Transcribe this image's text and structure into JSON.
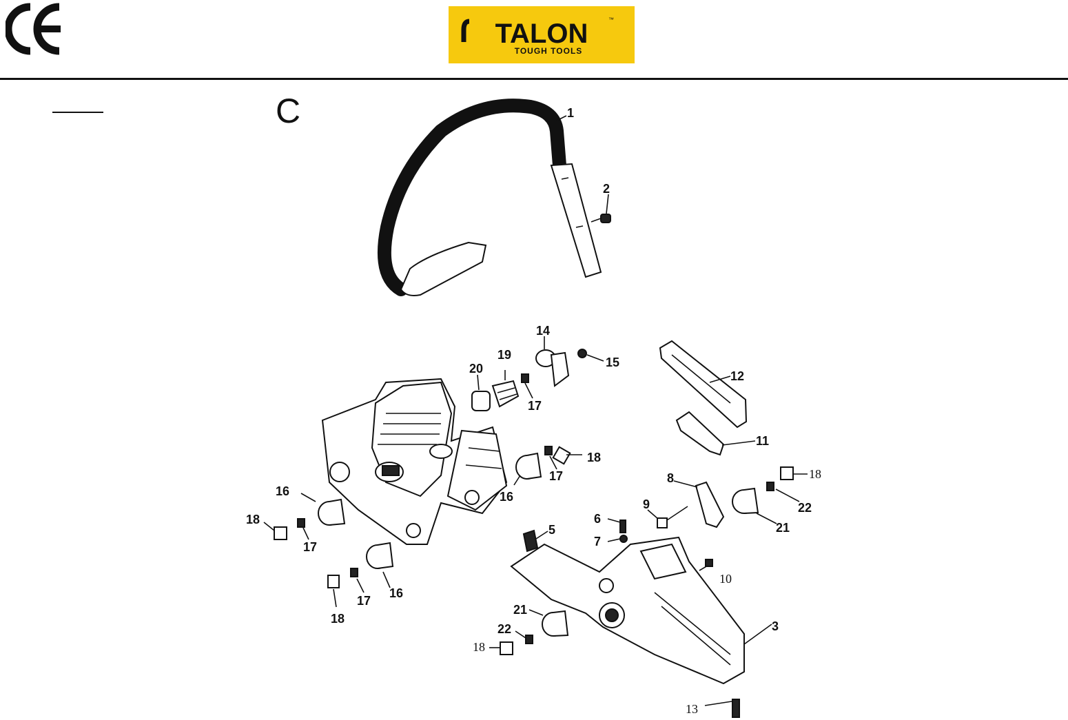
{
  "header": {
    "section_letter": "C",
    "brand": {
      "name": "TALON",
      "trademark": "™",
      "tagline": "TOUGH TOOLS",
      "background": "#f6c90e",
      "text_color": "#111111"
    },
    "certification_mark": "ce-mark-icon"
  },
  "callouts": {
    "c1": "1",
    "c2": "2",
    "c3": "3",
    "c5": "5",
    "c6": "6",
    "c7": "7",
    "c8": "8",
    "c9": "9",
    "c10": "10",
    "c11": "11",
    "c12": "12",
    "c13": "13",
    "c14": "14",
    "c15": "15",
    "c16a": "16",
    "c16b": "16",
    "c16c": "16",
    "c17a": "17",
    "c17b": "17",
    "c17c": "17",
    "c17d": "17",
    "c18a": "18",
    "c18b": "18",
    "c18c": "18",
    "c18d": "18",
    "c18e": "18",
    "c19": "19",
    "c20": "20",
    "c21a": "21",
    "c21b": "21",
    "c22a": "22",
    "c22b": "22"
  }
}
